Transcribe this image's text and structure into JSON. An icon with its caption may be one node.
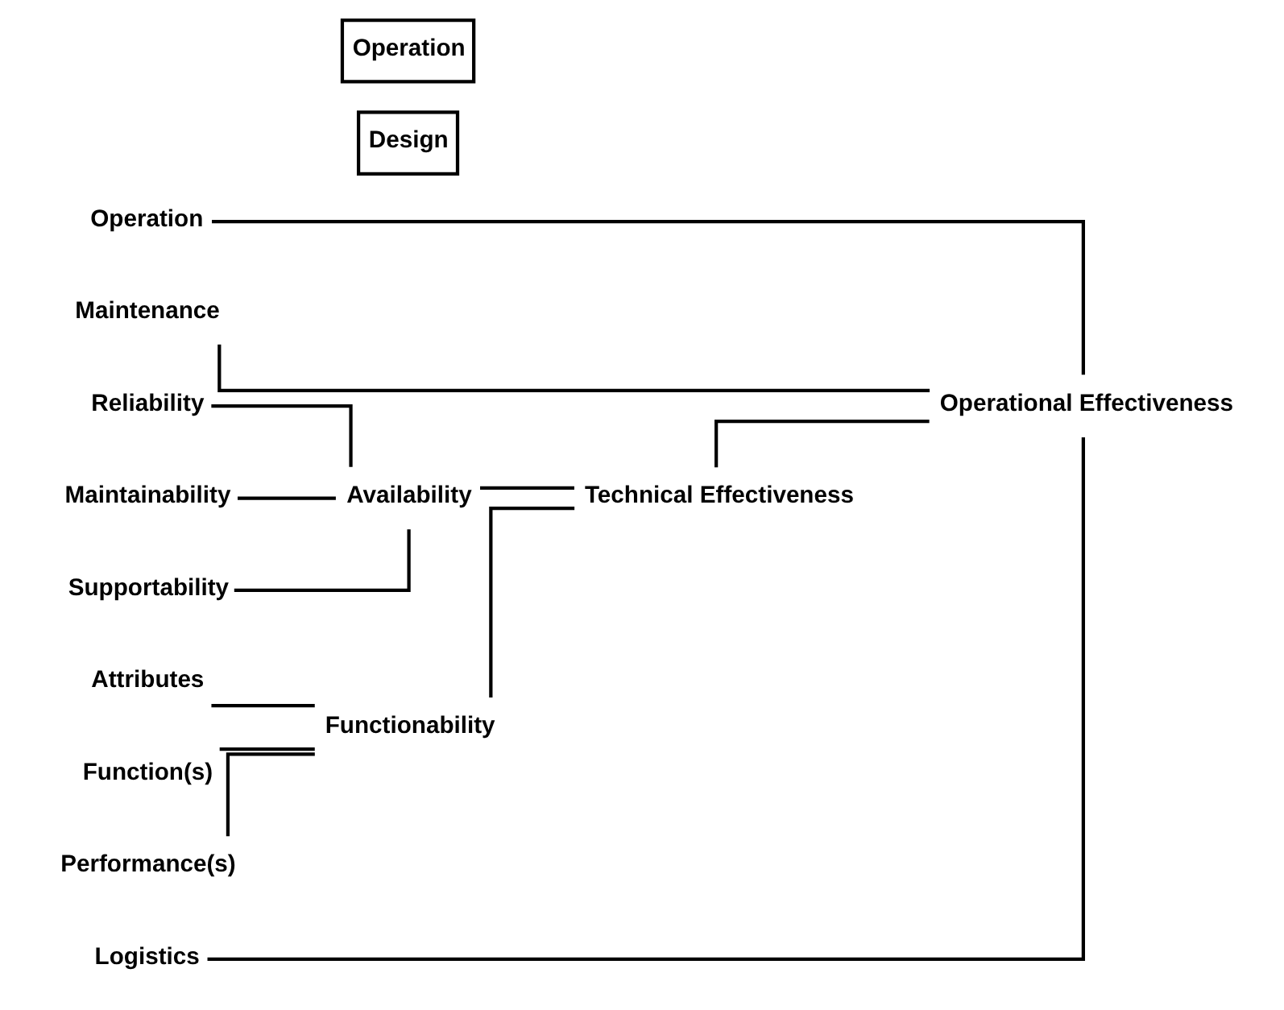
{
  "diagram": {
    "nodes": [
      {
        "text": [
          "Function(s)"
        ]
      },
      {
        "text": [
          "Performance(s)"
        ]
      },
      {
        "text": [
          "Attributes"
        ]
      },
      {
        "text": [
          "Functionability"
        ]
      },
      {
        "text": [
          "Technical Effectiveness"
        ]
      },
      {
        "text": [
          "Reliability"
        ]
      },
      {
        "text": [
          "Maintainability"
        ]
      },
      {
        "text": [
          "Supportability"
        ]
      },
      {
        "text": [
          "Availability"
        ]
      },
      {
        "text": [
          "Operational Effectiveness"
        ]
      },
      {
        "text": [
          "Design"
        ]
      },
      {
        "text": [
          "Operation"
        ]
      },
      {
        "text": [
          "Maintenance"
        ]
      },
      {
        "text": [
          "Operation"
        ]
      },
      {
        "text": [
          "Logistics"
        ]
      }
    ],
    "edges": [
      {
        "from": 0,
        "to": 3,
        "arrow": "none"
      },
      {
        "from": 1,
        "to": 3,
        "arrow": "none"
      },
      {
        "from": 2,
        "to": 3,
        "arrow": "none"
      },
      {
        "from": 3,
        "to": 4,
        "arrow": "none"
      },
      {
        "from": 8,
        "to": 4,
        "arrow": "none"
      },
      {
        "from": 5,
        "to": 8,
        "arrow": "none"
      },
      {
        "from": 6,
        "to": 8,
        "arrow": "none"
      },
      {
        "from": 7,
        "to": 8,
        "arrow": "none"
      },
      {
        "from": 4,
        "to": 9,
        "arrow": "none"
      },
      {
        "from": 11,
        "to": 9,
        "arrow": "none"
      },
      {
        "from": 12,
        "to": 9,
        "arrow": "none"
      },
      {
        "from": 14,
        "to": 9,
        "arrow": "none"
      }
    ]
  }
}
